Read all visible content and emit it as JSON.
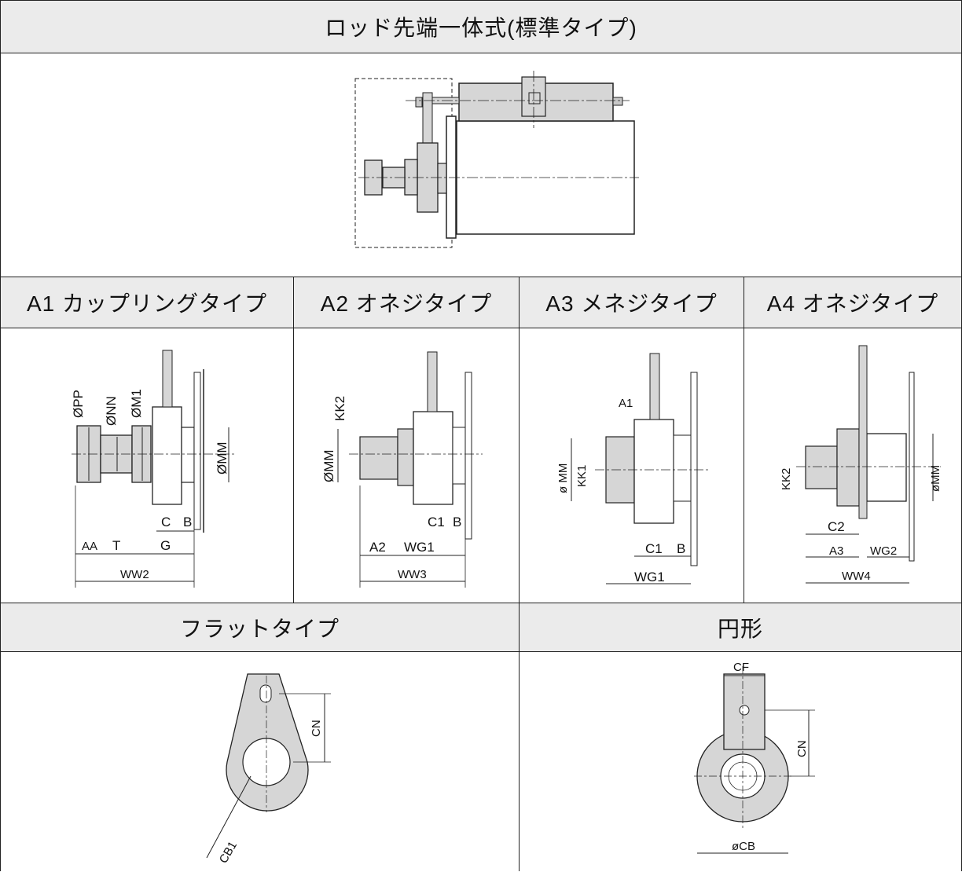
{
  "title": "ロッド先端一体式(標準タイプ)",
  "types": [
    {
      "label": "A1 カップリングタイプ"
    },
    {
      "label": "A2 オネジタイプ"
    },
    {
      "label": "A3 メネジタイプ"
    },
    {
      "label": "A4 オネジタイプ"
    }
  ],
  "bottom": [
    {
      "label": "フラットタイプ"
    },
    {
      "label": "円形"
    }
  ],
  "dims": {
    "a1": {
      "pp": "ØPP",
      "nn": "ØNN",
      "m1": "ØM1",
      "mm": "ØMM",
      "c": "C",
      "b": "B",
      "aa": "AA",
      "t": "T",
      "g": "G",
      "ww2": "WW2"
    },
    "a2": {
      "kk2": "KK2",
      "mm": "ØMM",
      "c1": "C1",
      "b": "B",
      "a2": "A2",
      "wg1": "WG1",
      "ww3": "WW3"
    },
    "a3": {
      "a1": "A1",
      "mm": "ø MM",
      "kk1": "KK1",
      "c1": "C1",
      "b": "B",
      "wg1": "WG1"
    },
    "a4": {
      "kk2": "KK2",
      "mm": "øMM",
      "c2": "C2",
      "a3": "A3",
      "wg2": "WG2",
      "ww4": "WW4"
    },
    "flat": {
      "cn": "CN",
      "cb1": "CB1"
    },
    "round": {
      "cf": "CF",
      "cn": "CN",
      "cb": "øCB"
    }
  }
}
